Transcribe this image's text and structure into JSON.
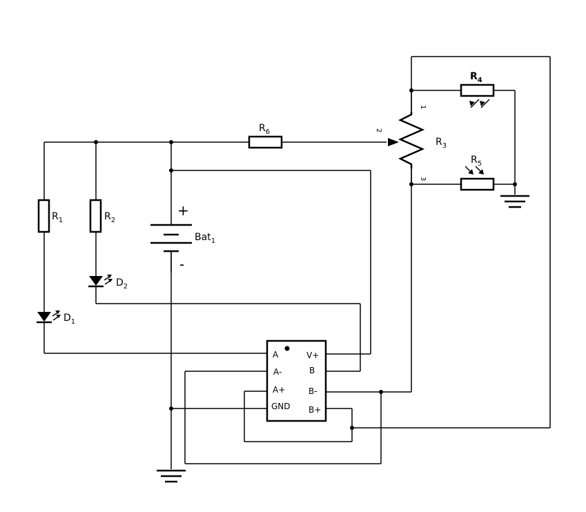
{
  "components": {
    "r1": {
      "name": "R",
      "sub": "1"
    },
    "r2": {
      "name": "R",
      "sub": "2"
    },
    "r3": {
      "name": "R",
      "sub": "3",
      "pin1": "1",
      "pin2": "2",
      "pin3": "3"
    },
    "r4": {
      "name": "R",
      "sub": "4"
    },
    "r5": {
      "name": "R",
      "sub": "5"
    },
    "r6": {
      "name": "R",
      "sub": "6"
    },
    "d1": {
      "name": "D",
      "sub": "1"
    },
    "d2": {
      "name": "D",
      "sub": "2"
    },
    "bat": {
      "name": "Bat",
      "sub": "1",
      "plus": "+",
      "minus": "-"
    }
  },
  "ic": {
    "pins_left": [
      "A",
      "A-",
      "A+",
      "GND"
    ],
    "pins_right": [
      "V+",
      "B",
      "B-",
      "B+"
    ]
  }
}
